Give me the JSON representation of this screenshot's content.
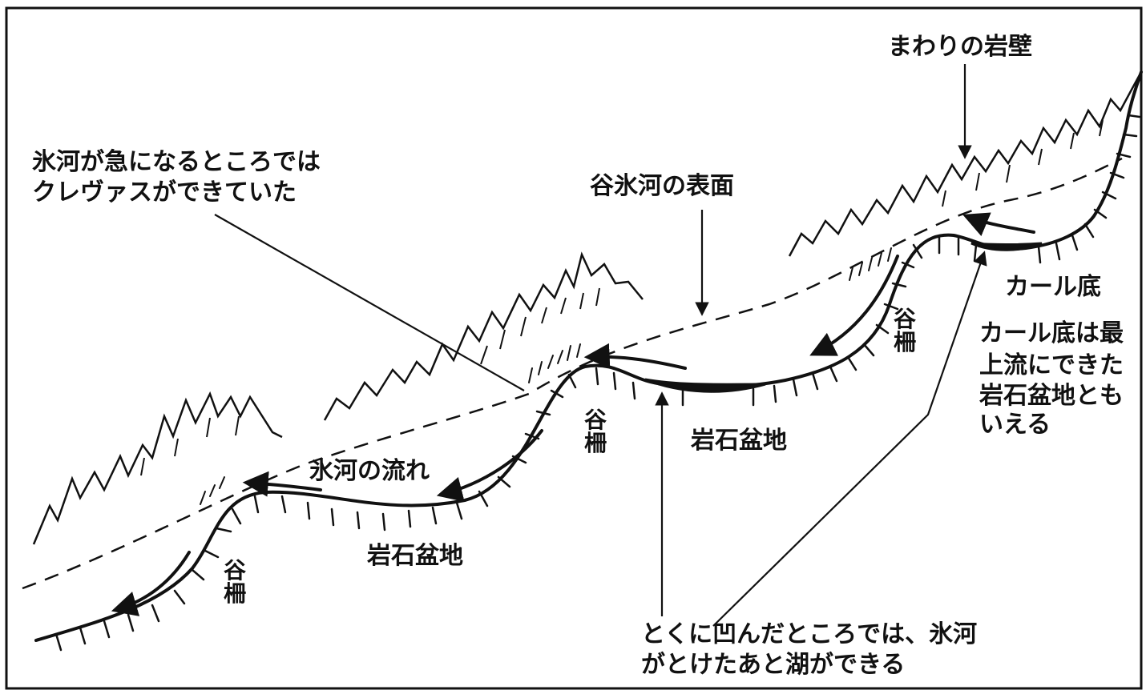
{
  "labels": {
    "surrounding_rock_wall": "まわりの岩壁",
    "crevasse_note_line1": "氷河が急になるところでは",
    "crevasse_note_line2": "クレヴァスができていた",
    "valley_glacier_surface": "谷氷河の表面",
    "cirque_floor": "カール底",
    "cirque_note_line1": "カール底は最",
    "cirque_note_line2": "上流にできた",
    "cirque_note_line3": "岩石盆地とも",
    "cirque_note_line4": "いえる",
    "riegel_upper": "谷柵",
    "riegel_middle": "谷柵",
    "riegel_lower": "谷柵",
    "rock_basin_middle": "岩石盆地",
    "rock_basin_lower": "岩石盆地",
    "glacier_flow": "氷河の流れ",
    "lake_note_line1": "とくに凹んだところでは、氷河",
    "lake_note_line2": "がとけたあと湖ができる"
  },
  "colors": {
    "ink": "#111111",
    "background": "#ffffff"
  }
}
